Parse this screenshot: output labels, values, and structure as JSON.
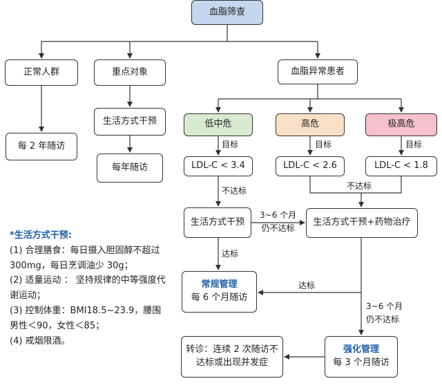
{
  "nodes": {
    "top": "血脂筛查",
    "normal": "正常人群",
    "key": "重点对象",
    "patients": "血脂异常患者",
    "normal_followup": "每 2 年随访",
    "lifestyle_key": "生活方式干预",
    "yearly_followup": "每年随访",
    "low_mid": "低中危",
    "high": "高危",
    "very_high": "极高危",
    "ldl_low": "LDL-C < 3.4",
    "ldl_high": "LDL-C < 2.6",
    "ldl_vhigh": "LDL-C < 1.8",
    "lifestyle": "生活方式干预",
    "lifestyle_drug": "生活方式干预+药物治疗",
    "routine_title": "常规管理",
    "routine_sub": "每 6 个月随访",
    "intensive_title": "强化管理",
    "intensive_sub": "每 3 个月随访",
    "referral_line1": "转诊：连续 2 次随访不",
    "referral_line2": "达标或出现并发症"
  },
  "edge_labels": {
    "target1": "目标",
    "target2": "目标",
    "target3": "目标",
    "not_met1": "不达标",
    "not_met2": "不达标",
    "months_a1": "3~6 个月",
    "months_a2": "仍不达标",
    "met1": "达标",
    "met2": "达标",
    "months_b1": "3~6 个月",
    "months_b2": "仍不达标"
  },
  "note": {
    "title": "*生活方式干预:",
    "items": [
      "(1) 合理膳食：每日摄入胆固醇不超过 300mg，每日烹调油少 30g；",
      "(2) 适量运动 ： 坚持规律的中等强度代谢运动；",
      "(3) 控制体重：BMI18.5~23.9，腰围男性＜90，女性＜85；",
      "(4) 戒烟限酒。"
    ]
  },
  "colors": {
    "top": "#c5d6ee",
    "low_mid": "#d8eacf",
    "high": "#fbe0c8",
    "very_high": "#f6c0cd",
    "accent_text": "#1f5fa8"
  }
}
